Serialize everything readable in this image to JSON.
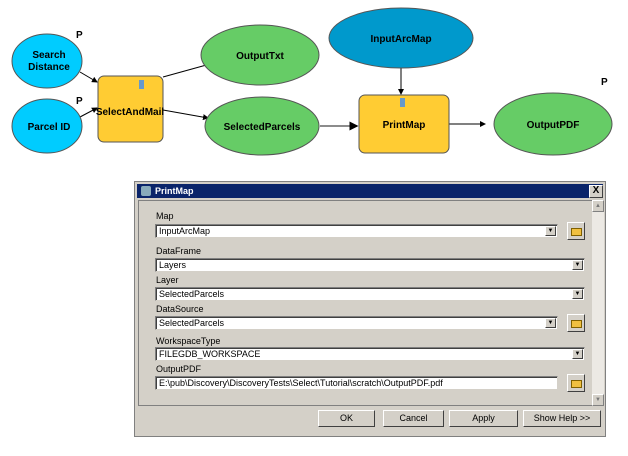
{
  "diagram": {
    "nodes": {
      "search_distance": [
        "Search",
        "Distance"
      ],
      "parcel_id": "Parcel ID",
      "select_and_mail": "SelectAndMail",
      "output_txt": "OutputTxt",
      "selected_parcels": "SelectedParcels",
      "input_arc_map": "InputArcMap",
      "print_map": "PrintMap",
      "output_pdf": "OutputPDF"
    },
    "parameter_marker": "P",
    "colors": {
      "input": "#00ccff",
      "data": "#66cc66",
      "tool": "#ffcc33",
      "map": "#0099cc"
    }
  },
  "dialog": {
    "title": "PrintMap",
    "close": "X",
    "fields": [
      {
        "label": "Map",
        "value": "InputArcMap"
      },
      {
        "label": "DataFrame",
        "value": "Layers"
      },
      {
        "label": "Layer",
        "value": "SelectedParcels"
      },
      {
        "label": "DataSource",
        "value": "SelectedParcels"
      },
      {
        "label": "WorkspaceType",
        "value": "FILEGDB_WORKSPACE"
      },
      {
        "label": "OutputPDF",
        "value": "E:\\pub\\Discovery\\DiscoveryTests\\Select\\Tutorial\\scratch\\OutputPDF.pdf"
      }
    ],
    "buttons": {
      "ok": "OK",
      "cancel": "Cancel",
      "apply": "Apply",
      "help": "Show Help >>"
    }
  }
}
